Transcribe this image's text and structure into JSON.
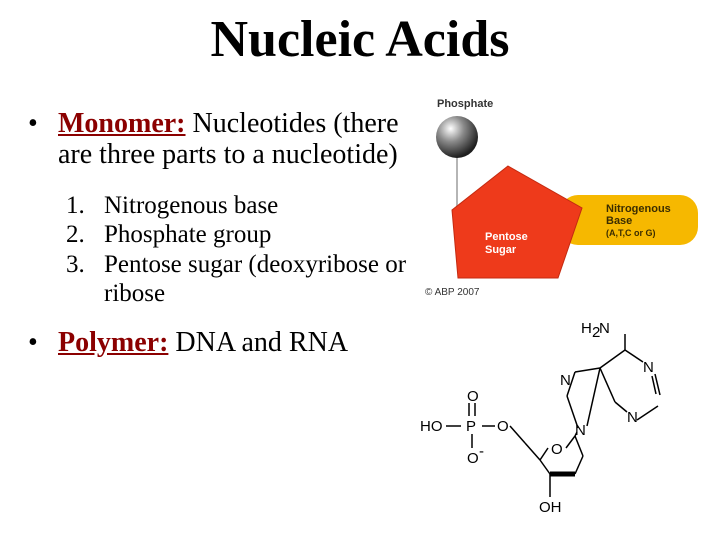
{
  "slide": {
    "title": "Nucleic Acids",
    "bullets": {
      "monomer": {
        "marker": "•",
        "term": "Monomer:",
        "text": " Nucleotides (there are three parts to a nucleotide)",
        "items": [
          {
            "number": "1.",
            "text": "Nitrogenous base"
          },
          {
            "number": "2.",
            "text": "Phosphate group"
          },
          {
            "number": "3.",
            "text": "Pentose sugar (deoxyribose or ribose"
          }
        ]
      },
      "polymer": {
        "marker": "•",
        "term": "Polymer:",
        "text": " DNA and RNA"
      }
    }
  },
  "nucleotide_diagram": {
    "phosphate_label": "Phosphate",
    "pentose_label_line1": "Pentose",
    "pentose_label_line2": "Sugar",
    "base_label_line1": "Nitrogenous",
    "base_label_line2": "Base",
    "base_letters": "(A,T,C or G)",
    "copyright": "© ABP 2007",
    "colors": {
      "pentagon": "#ee3a1b",
      "base_tab": "#f6b800",
      "phosphate_sphere": "#555555"
    }
  },
  "structure_formula": {
    "amine_h": "H",
    "amine_subscript": "2",
    "amine_n": "N",
    "ring_n1": "N",
    "ring_n2": "N",
    "ring_n3": "N",
    "ring_n4": "N",
    "phosphate_top_o": "O",
    "phosphate_ho": "HO",
    "phosphate_p": "P",
    "phosphate_right_o": "O",
    "phosphate_bottom_o": "O",
    "phosphate_charge": "-",
    "sugar_o": "O",
    "sugar_oh": "OH"
  }
}
